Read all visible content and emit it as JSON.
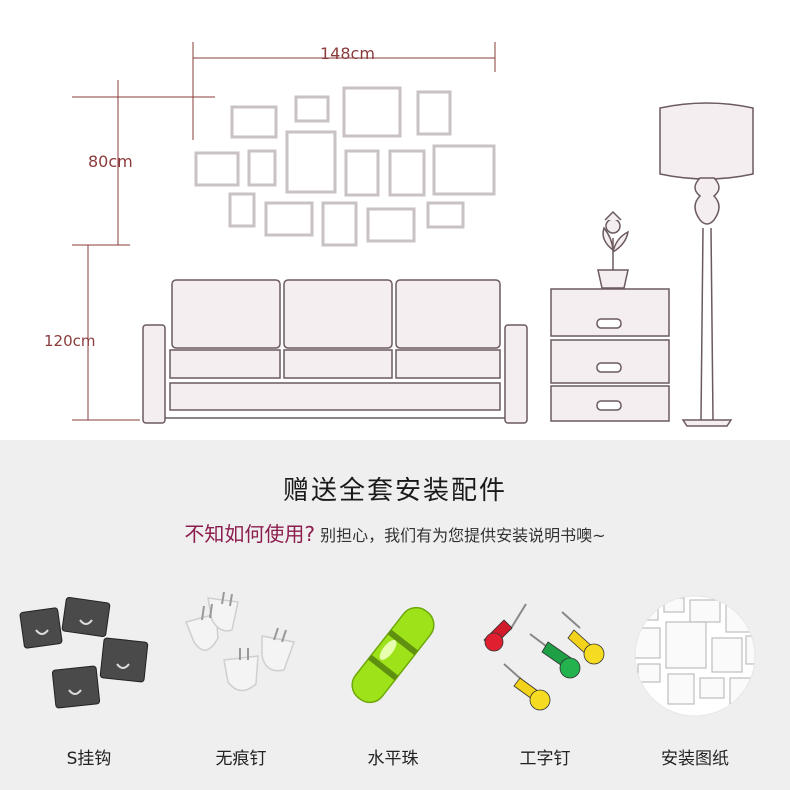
{
  "dimensions": {
    "width_label": "148cm",
    "height_label": "80cm",
    "floor_label": "120cm"
  },
  "banner": {
    "title": "赠送全套安装配件",
    "question": "不知如何使用?",
    "reassure": "别担心，我们有为您提供安装说明书噢~"
  },
  "accessories": [
    {
      "label": "S挂钩",
      "icon": "s-hook-icon"
    },
    {
      "label": "无痕钉",
      "icon": "traceless-nail-icon"
    },
    {
      "label": "水平珠",
      "icon": "spirit-level-icon"
    },
    {
      "label": "工字钉",
      "icon": "push-pin-icon"
    },
    {
      "label": "安装图纸",
      "icon": "install-drawing-icon"
    }
  ],
  "colors": {
    "line": "#8a3b3b",
    "furniture_fill": "#f5eef0",
    "furniture_stroke": "#6b5a5e",
    "frame_stroke": "#c8c2c4",
    "accent": "#8c1d4e",
    "level_green": "#9ee21a"
  }
}
